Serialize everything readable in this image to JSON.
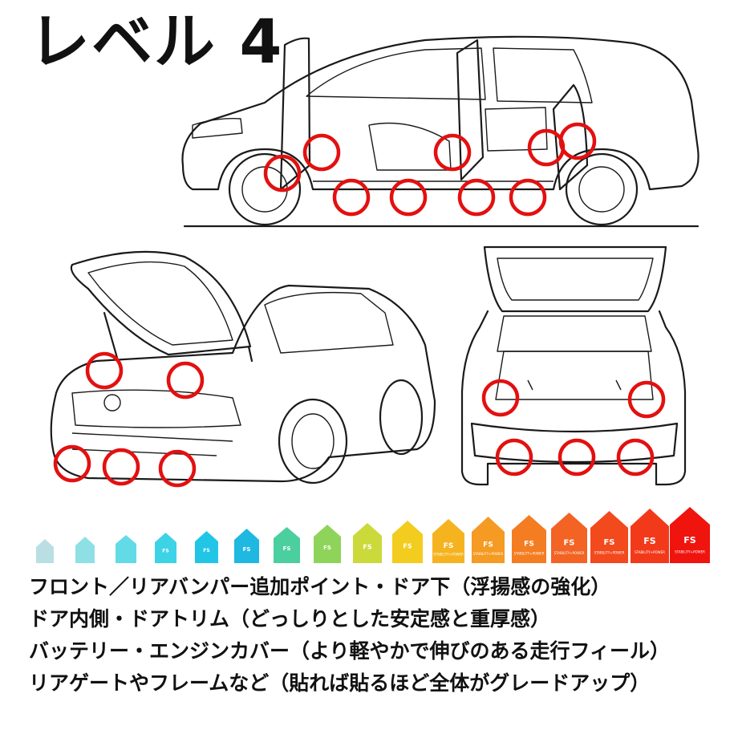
{
  "title": "レベル 4",
  "badge_text": "FS",
  "badge_subtext": "STABILITY+POWER",
  "colors": {
    "marker": "#e31010",
    "gradient": [
      "#b9dfe3",
      "#8fe0e4",
      "#63dbe6",
      "#3cd3e6",
      "#21c6e6",
      "#1fb8e0",
      "#4ccf9e",
      "#8fd45a",
      "#cbd93a",
      "#f2cc1f",
      "#f5b320",
      "#f59a22",
      "#f47d22",
      "#f26324",
      "#f24a1d",
      "#f23a1a",
      "#f0140f"
    ]
  },
  "captions": [
    "フロント／リアバンパー追加ポイント・ドア下（浮揚感の強化）",
    "ドア内側・ドアトリム（どっしりとした安定感と重厚感）",
    "バッテリー・エンジンカバー（より軽やかで伸びのある走行フィール）",
    "リアゲートやフレームなど（貼れば貼るほど全体がグレードアップ）"
  ]
}
